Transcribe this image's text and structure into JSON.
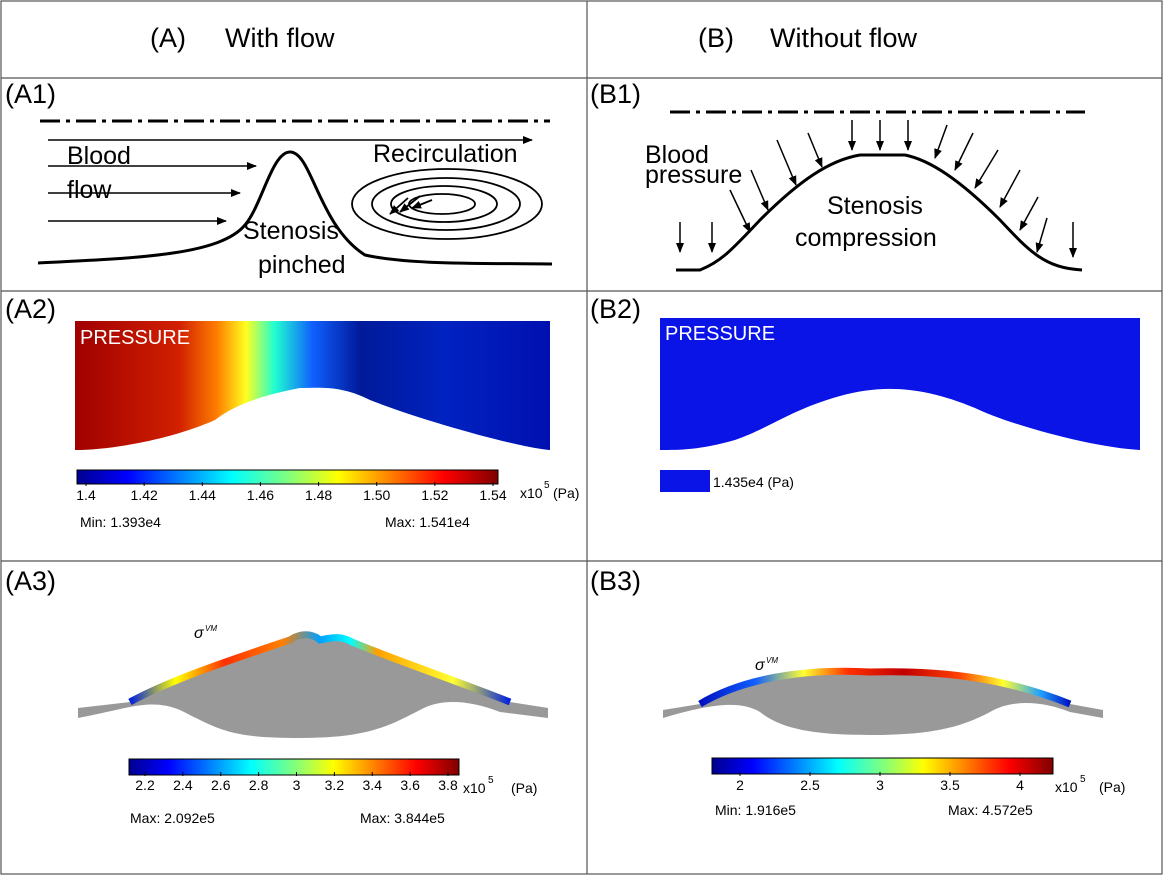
{
  "headers": {
    "a": "(A)",
    "a_title": "With flow",
    "b": "(B)",
    "b_title": "Without flow"
  },
  "panels": {
    "a1": "(A1)",
    "a2": "(A2)",
    "a3": "(A3)",
    "b1": "(B1)",
    "b2": "(B2)",
    "b3": "(B3)"
  },
  "a1": {
    "blood": "Blood",
    "flow": "flow",
    "recirculation": "Recirculation",
    "stenosis": "Stenosis",
    "pinched": "pinched"
  },
  "b1": {
    "blood": "Blood",
    "pressure": "pressure",
    "stenosis": "Stenosis",
    "compression": "compression"
  },
  "a2": {
    "label": "PRESSURE",
    "ticks": [
      "1.4",
      "1.42",
      "1.44",
      "1.46",
      "1.48",
      "1.50",
      "1.52",
      "1.54"
    ],
    "unit_prefix": "x10",
    "unit_exp": "5",
    "unit": "(Pa)",
    "min": "Min: 1.393e4",
    "max": "Max: 1.541e4"
  },
  "b2": {
    "label": "PRESSURE",
    "value": "1.435e4 (Pa)",
    "color": "#0a14e6"
  },
  "a3": {
    "sigma": "σ",
    "sigma_sup": "VM",
    "ticks": [
      "2.2",
      "2.4",
      "2.6",
      "2.8",
      "3",
      "3.2",
      "3.4",
      "3.6",
      "3.8"
    ],
    "unit_prefix": "x10",
    "unit_exp": "5",
    "unit": "(Pa)",
    "min": "Max: 2.092e5",
    "max": "Max: 3.844e5"
  },
  "b3": {
    "sigma": "σ",
    "sigma_sup": "VM",
    "ticks": [
      "2",
      "2.5",
      "3",
      "3.5",
      "4"
    ],
    "unit_prefix": "x10",
    "unit_exp": "5",
    "unit": "(Pa)",
    "min": "Min: 1.916e5",
    "max": "Max: 4.572e5"
  },
  "colors": {
    "tissue": "#999999",
    "grid": "#555555"
  }
}
